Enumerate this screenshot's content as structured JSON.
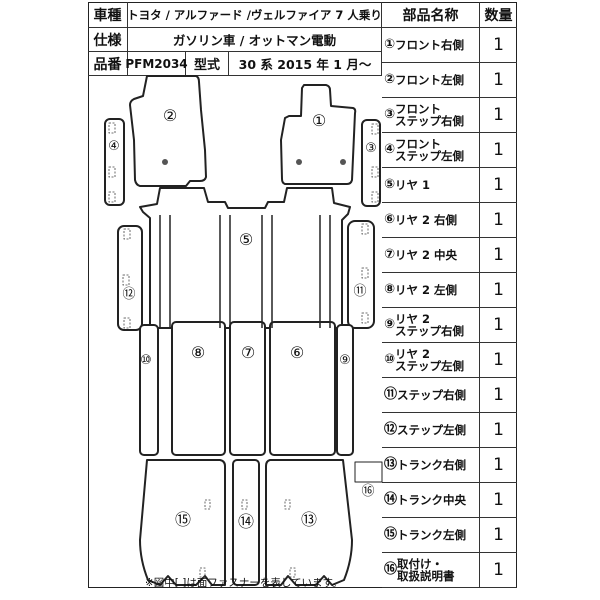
{
  "info": {
    "car_label": "車種",
    "car_value": "トヨタ / アルファード /ヴェルファイア 7 人乗り",
    "spec_label": "仕様",
    "spec_value": "ガソリン車 / オットマン電動",
    "part_no_label": "品番",
    "part_no_value": "PFM2034",
    "model_label": "型式",
    "model_value": "30 系  2015 年 1 月～"
  },
  "parts_table": {
    "header_name": "部品名称",
    "header_qty": "数量",
    "rows": [
      {
        "num": "①",
        "name": "フロント右側",
        "qty": "1"
      },
      {
        "num": "②",
        "name": "フロント左側",
        "qty": "1"
      },
      {
        "num": "③",
        "name": "フロント\nステップ右側",
        "qty": "1"
      },
      {
        "num": "④",
        "name": "フロント\nステップ左側",
        "qty": "1"
      },
      {
        "num": "⑤",
        "name": "リヤ 1",
        "qty": "1"
      },
      {
        "num": "⑥",
        "name": "リヤ 2 右側",
        "qty": "1"
      },
      {
        "num": "⑦",
        "name": "リヤ 2 中央",
        "qty": "1"
      },
      {
        "num": "⑧",
        "name": "リヤ 2 左側",
        "qty": "1"
      },
      {
        "num": "⑨",
        "name": "リヤ 2\nステップ右側",
        "qty": "1"
      },
      {
        "num": "⑩",
        "name": "リヤ 2\nステップ左側",
        "qty": "1"
      },
      {
        "num": "⑪",
        "name": "ステップ右側",
        "qty": "1"
      },
      {
        "num": "⑫",
        "name": "ステップ左側",
        "qty": "1"
      },
      {
        "num": "⑬",
        "name": "トランク右側",
        "qty": "1"
      },
      {
        "num": "⑭",
        "name": "トランク中央",
        "qty": "1"
      },
      {
        "num": "⑮",
        "name": "トランク左側",
        "qty": "1"
      },
      {
        "num": "⑯",
        "name": "取付け・\n取扱説明書",
        "qty": "1"
      }
    ]
  },
  "diagram_labels": [
    "①",
    "②",
    "③",
    "④",
    "⑤",
    "⑥",
    "⑦",
    "⑧",
    "⑨",
    "⑩",
    "⑪",
    "⑫",
    "⑬",
    "⑭",
    "⑮",
    "⑯"
  ],
  "note": "※図中[ ]は面ファスナーを表しています。"
}
